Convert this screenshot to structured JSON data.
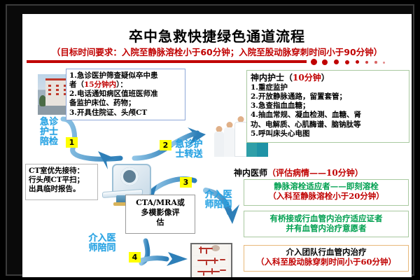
{
  "header": {
    "title": "卒中急救快捷绿色通道流程",
    "subtitle": "（目标时间要求：入院至静脉溶栓小于60分钟；入院至股动脉穿刺时间小于90分钟）"
  },
  "colors": {
    "title_black": "#000000",
    "subtitle_red": "#c00000",
    "rule_red": "#c00000",
    "label_blue": "#29a3e3",
    "green_text": "#00a050",
    "badge_yellow": "#ffff00",
    "arrow_blue": "#2e7fb8",
    "green_border": "#a9c9a0",
    "orange_border": "#e8b87a"
  },
  "box_triage": {
    "lines": [
      "1.急诊医护筛查疑似卒中患",
      "者（15分钟内）：",
      "2.电话通知病区值班医师准",
      "备监护床位、药物；",
      "3.开具住院证、头颅CT"
    ]
  },
  "box_nurse": {
    "title_plain": "神内护士（",
    "title_red": "10分钟",
    "title_tail": "）",
    "lines": [
      "1.重症监护",
      "2.开放静脉通路，留置套管；",
      "3.急查指血血糖；",
      "4.抽血常规、凝血检测、血糖、肾",
      "功、电解质、心肌酶谱、脑钠肽等",
      "5.呼叫床头心电图"
    ]
  },
  "box_ct": {
    "lines": [
      "CT室优先接待：",
      "行头颅CT平扫；",
      "出具临时报告。"
    ]
  },
  "box_cta": {
    "lines": [
      "CTA/MRA或",
      "多模影像评",
      "估"
    ]
  },
  "doctor_header": {
    "plain": "神内医师",
    "red": "（评估病情——10分钟）"
  },
  "box_iv_thrombolysis": {
    "line1": "静脉溶栓适应者——即刻溶栓",
    "line2": "（入科至静脉溶栓小于20分钟）"
  },
  "box_bridging": {
    "line1": "有桥接或行血管内治疗适应证者",
    "line2": "并有血管内治疗意愿者"
  },
  "box_evt": {
    "line1": "介入团队行血管内治疗",
    "line2": "（入科至股动脉穿刺时间小于60分钟）"
  },
  "step_labels": [
    {
      "id": "1",
      "text_line1": "急诊",
      "text_line2": "护士",
      "text_line3": "陪检"
    },
    {
      "id": "2",
      "text_line1": "急诊护",
      "text_line2": "士转送",
      "text_line3": ""
    },
    {
      "id": "3",
      "text_line1": "介入医",
      "text_line2": "师陪同",
      "text_line3": ""
    },
    {
      "id": "4",
      "text_line1": "介入医",
      "text_line2": "师陪同",
      "text_line3": ""
    }
  ],
  "images": {
    "hospital": "hospital-building-photo",
    "team": "medical-team-photo",
    "ct_scanner": "ct-scanner-illustration",
    "angiography": "cerebral-angiography-images"
  }
}
